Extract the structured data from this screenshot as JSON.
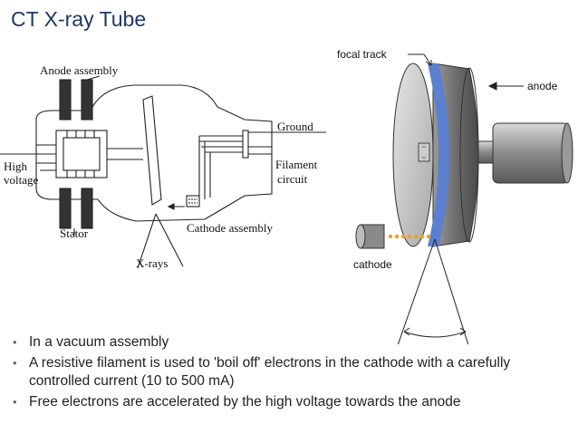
{
  "title": "CT X-ray Tube",
  "left_diagram": {
    "labels": {
      "anode_assembly": "Anode assembly",
      "ground": "Ground",
      "high": "High",
      "voltage": "voltage",
      "filament": "Filament",
      "circuit": "circuit",
      "stator": "Stator",
      "cathode_assembly": "Cathode assembly",
      "xrays": "X-rays"
    }
  },
  "right_diagram": {
    "labels": {
      "focal_track": "focal track",
      "anode": "anode",
      "cathode": "cathode"
    },
    "colors": {
      "focal_track": "#5b80cf",
      "electron_beam": "#f0a020"
    }
  },
  "bullets": [
    "In a vacuum assembly",
    "A resistive filament is used to 'boil off' electrons in the cathode with a carefully controlled current (10 to 500 mA)",
    "Free electrons are accelerated by the high voltage towards the anode"
  ]
}
